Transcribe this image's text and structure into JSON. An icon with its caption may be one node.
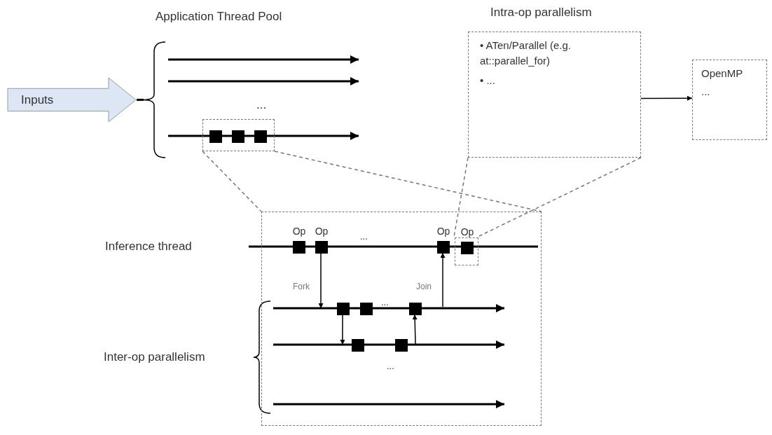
{
  "diagram": {
    "nodes": [
      {
        "text": [
          "Inputs"
        ]
      },
      {
        "text": [],
        "shape": "box"
      },
      {
        "text": [],
        "shape": "box",
        "in": 1
      },
      {
        "text": [],
        "shape": "box",
        "in": 1
      },
      {
        "text": [],
        "shape": "box",
        "in": 1
      },
      {
        "text": [
          "Intra-op parallelism",
          "• ATen/Parallel (e.g. at::parallel_for)",
          "• ..."
        ]
      },
      {
        "text": [
          "OpenMP",
          "..."
        ]
      },
      {
        "text": [],
        "shape": "box"
      },
      {
        "text": [
          "Op"
        ],
        "in": 7
      },
      {
        "text": [
          "Op"
        ],
        "in": 7
      },
      {
        "text": [
          "Op"
        ],
        "in": 7
      },
      {
        "text": [],
        "shape": "box",
        "in": 7
      },
      {
        "text": [
          "Op"
        ],
        "in": 11
      },
      {
        "text": [],
        "shape": "box",
        "in": 7
      },
      {
        "text": [],
        "shape": "box",
        "in": 7
      },
      {
        "text": [],
        "shape": "box",
        "in": 7
      },
      {
        "text": [],
        "shape": "box",
        "in": 7
      },
      {
        "text": [],
        "shape": "box",
        "in": 7
      }
    ],
    "edges": [
      {
        "from": 1,
        "to": 7,
        "arrow": "none",
        "style": "dashed",
        "color": "#777777"
      },
      {
        "from": 1,
        "to": 7,
        "arrow": "none",
        "style": "dashed",
        "color": "#777777"
      },
      {
        "from": 5,
        "to": 6,
        "arrow": "to"
      },
      {
        "from": 5,
        "to": 11,
        "arrow": "none",
        "style": "dashed",
        "color": "#777777"
      },
      {
        "from": 5,
        "to": 11,
        "arrow": "none",
        "style": "dashed",
        "color": "#777777"
      },
      {
        "from": 9,
        "to": 13,
        "arrow": "to",
        "label": "Fork"
      },
      {
        "from": 13,
        "to": 16,
        "arrow": "to"
      },
      {
        "from": 17,
        "to": 15,
        "arrow": "to"
      },
      {
        "from": null,
        "to": 10,
        "arrow": "to",
        "label": "Join"
      },
      {
        "from": 0,
        "to": null,
        "arrow": "to"
      },
      {
        "from": 0,
        "to": null,
        "arrow": "to"
      },
      {
        "from": 0,
        "to": null,
        "arrow": "to"
      }
    ],
    "labels": [
      "Application Thread Pool",
      "...",
      "Inference thread",
      "...",
      "...",
      "...",
      "Inter-op parallelism"
    ]
  }
}
